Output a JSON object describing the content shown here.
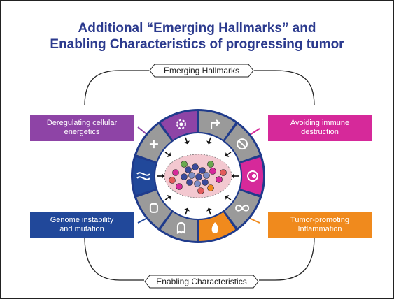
{
  "slide": {
    "title_line1": "Additional “Emerging Hallmarks” and",
    "title_line2": "Enabling Characteristics of progressing tumor"
  },
  "groups": {
    "top_label": "Emerging Hallmarks",
    "bottom_label": "Enabling Characteristics"
  },
  "boxes": {
    "top_left": {
      "text": "Deregulating cellular energetics",
      "color": "#8e44a6"
    },
    "top_right": {
      "text": "Avoiding immune destruction",
      "color": "#d6299a"
    },
    "bottom_left": {
      "text": "Genome instability and mutation",
      "color": "#21489a"
    },
    "bottom_right": {
      "text": "Tumor-promoting Inflammation",
      "color": "#f08a1d"
    }
  },
  "colors": {
    "title": "#2b3a8e",
    "ring_gray": "#9a9a9a",
    "ring_border": "#1f3b8c"
  },
  "icons": [
    "arrow-icon",
    "no-sign-icon",
    "immune-icon",
    "infinity-icon",
    "fire-icon",
    "ghost-icon",
    "cylinder-icon",
    "dna-icon",
    "plus-icon",
    "gear-icon"
  ]
}
